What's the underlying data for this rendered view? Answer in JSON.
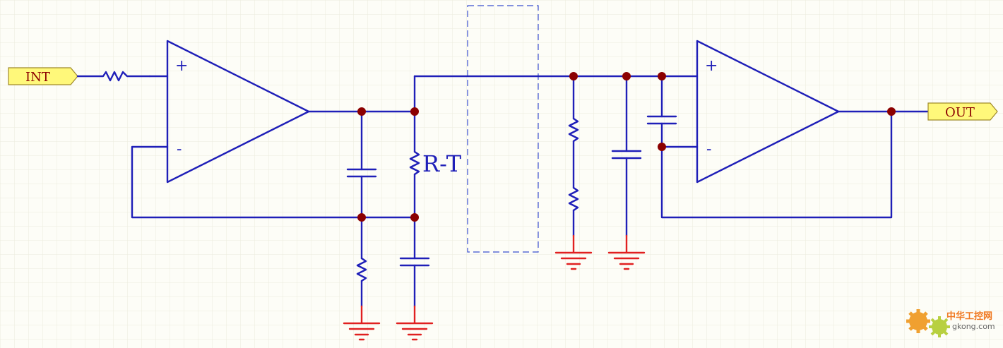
{
  "ports": {
    "input": "INT",
    "output": "OUT"
  },
  "resistor_label": "R-T",
  "opamp_pins": {
    "plus": "+",
    "minus": "-"
  },
  "watermark": {
    "title": "中华工控网",
    "url": "gkong.com",
    "icon": "gear-icon"
  },
  "colors": {
    "wire": "#1f1fb8",
    "junction": "#8b0000",
    "ground": "#e02020",
    "port_fill": "#fff87a",
    "background": "#fdfdf7"
  }
}
